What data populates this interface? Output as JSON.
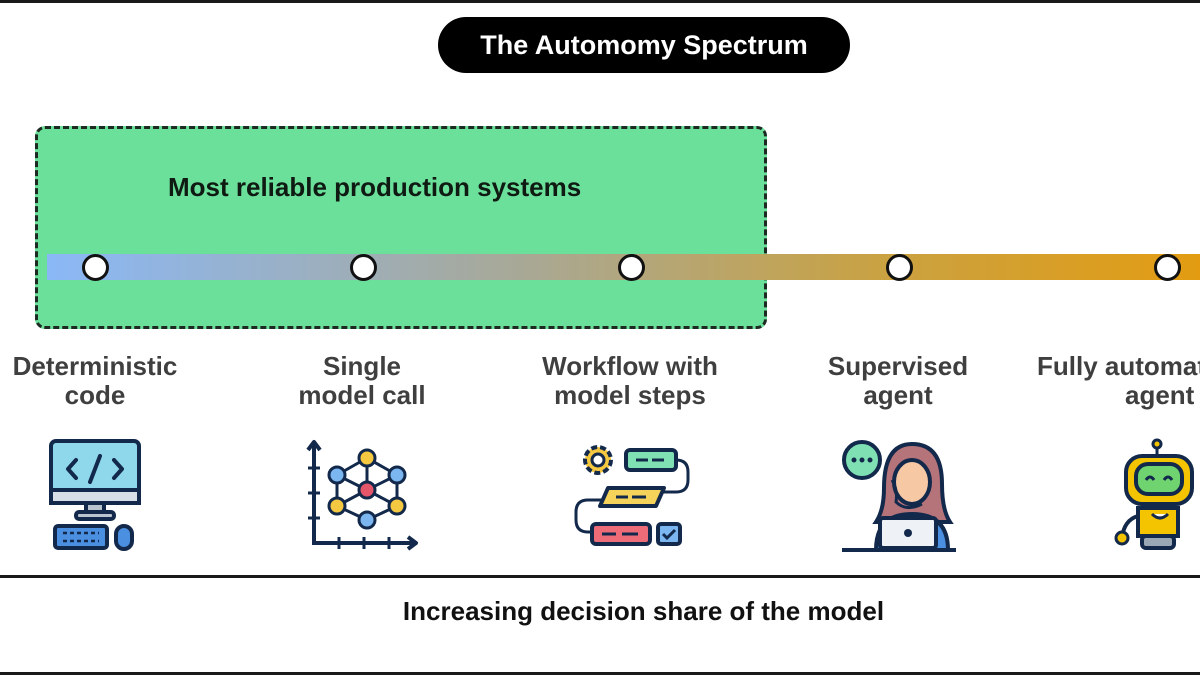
{
  "title": "The Automomy Spectrum",
  "zone_label": "Most reliable production systems",
  "steps": [
    {
      "label_line1": "Deterministic",
      "label_line2": "code",
      "icon": "computer-code-icon"
    },
    {
      "label_line1": "Single",
      "label_line2": "model call",
      "icon": "network-graph-icon"
    },
    {
      "label_line1": "Workflow with",
      "label_line2": "model steps",
      "icon": "workflow-icon"
    },
    {
      "label_line1": "Supervised",
      "label_line2": "agent",
      "icon": "support-agent-icon"
    },
    {
      "label_line1": "Fully automated",
      "label_line2": "agent",
      "icon": "robot-icon"
    }
  ],
  "footer": "Increasing decision share of the model",
  "colors": {
    "zone_fill": "#6be09b",
    "bar_start": "#8ab8f7",
    "bar_end": "#e39c12",
    "pill": "#000000"
  }
}
